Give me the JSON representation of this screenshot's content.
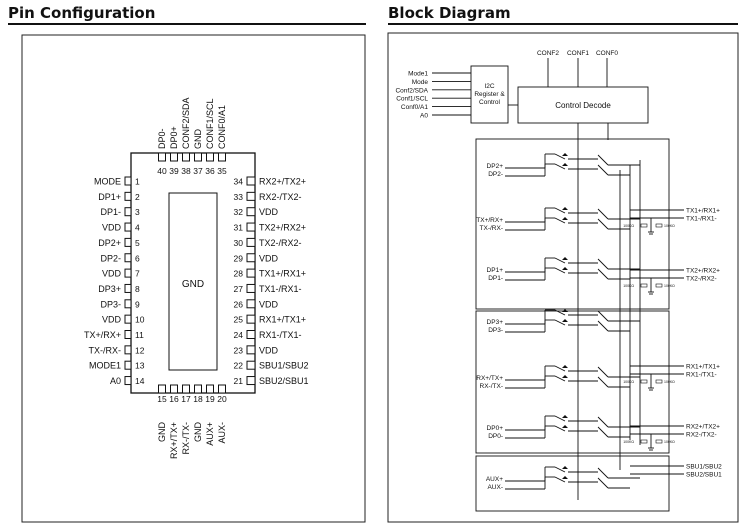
{
  "headings": {
    "pin_configuration": "Pin Configuration",
    "block_diagram": "Block Diagram"
  },
  "ic": {
    "center_label": "GND",
    "left_pins": [
      {
        "num": "1",
        "name": "MODE"
      },
      {
        "num": "2",
        "name": "DP1+"
      },
      {
        "num": "3",
        "name": "DP1-"
      },
      {
        "num": "4",
        "name": "VDD"
      },
      {
        "num": "5",
        "name": "DP2+"
      },
      {
        "num": "6",
        "name": "DP2-"
      },
      {
        "num": "7",
        "name": "VDD"
      },
      {
        "num": "8",
        "name": "DP3+"
      },
      {
        "num": "9",
        "name": "DP3-"
      },
      {
        "num": "10",
        "name": "VDD"
      },
      {
        "num": "11",
        "name": "TX+/RX+"
      },
      {
        "num": "12",
        "name": "TX-/RX-"
      },
      {
        "num": "13",
        "name": "MODE1"
      },
      {
        "num": "14",
        "name": "A0"
      }
    ],
    "right_pins": [
      {
        "num": "34",
        "name": "RX2+/TX2+"
      },
      {
        "num": "33",
        "name": "RX2-/TX2-"
      },
      {
        "num": "32",
        "name": "VDD"
      },
      {
        "num": "31",
        "name": "TX2+/RX2+"
      },
      {
        "num": "30",
        "name": "TX2-/RX2-"
      },
      {
        "num": "29",
        "name": "VDD"
      },
      {
        "num": "28",
        "name": "TX1+/RX1+"
      },
      {
        "num": "27",
        "name": "TX1-/RX1-"
      },
      {
        "num": "26",
        "name": "VDD"
      },
      {
        "num": "25",
        "name": "RX1+/TX1+"
      },
      {
        "num": "24",
        "name": "RX1-/TX1-"
      },
      {
        "num": "23",
        "name": "VDD"
      },
      {
        "num": "22",
        "name": "SBU1/SBU2"
      },
      {
        "num": "21",
        "name": "SBU2/SBU1"
      }
    ],
    "top_pins": [
      {
        "num": "40",
        "name": "DP0-"
      },
      {
        "num": "39",
        "name": "DP0+"
      },
      {
        "num": "38",
        "name": "CONF2/SDA"
      },
      {
        "num": "37",
        "name": "GND"
      },
      {
        "num": "36",
        "name": "CONF1/SCL"
      },
      {
        "num": "35",
        "name": "CONF0/A1"
      }
    ],
    "bottom_pins": [
      {
        "num": "15",
        "name": "GND"
      },
      {
        "num": "16",
        "name": "RX+/TX+"
      },
      {
        "num": "17",
        "name": "RX-/TX-"
      },
      {
        "num": "18",
        "name": "GND"
      },
      {
        "num": "19",
        "name": "AUX+"
      },
      {
        "num": "20",
        "name": "AUX-"
      }
    ]
  },
  "block": {
    "top_inputs": [
      "CONF2",
      "CONF1",
      "CONF0"
    ],
    "i2c_label": [
      "I2C",
      "Register &",
      "Control"
    ],
    "i2c_inputs": [
      "Mode1",
      "Mode",
      "Conf2/SDA",
      "Conf1/SCL",
      "Conf0/A1",
      "A0"
    ],
    "control_decode": "Control Decode",
    "left_signals": [
      [
        "DP2+",
        "DP2-"
      ],
      [
        "TX+/RX+",
        "TX-/RX-"
      ],
      [
        "DP1+",
        "DP1-"
      ],
      [
        "DP3+",
        "DP3-"
      ],
      [
        "RX+/TX+",
        "RX-/TX-"
      ],
      [
        "DP0+",
        "DP0-"
      ],
      [
        "AUX+",
        "AUX-"
      ]
    ],
    "right_signals": [
      [
        "TX1+/RX1+",
        "TX1-/RX1-"
      ],
      [
        "TX2+/RX2+",
        "TX2-/RX2-"
      ],
      [
        "RX1+/TX1+",
        "RX1-/TX1-"
      ],
      [
        "RX2+/TX2+",
        "RX2-/TX2-"
      ],
      [
        "SBU1/SBU2",
        "SBU2/SBU1"
      ]
    ],
    "resistor_label": "100KΩ"
  }
}
